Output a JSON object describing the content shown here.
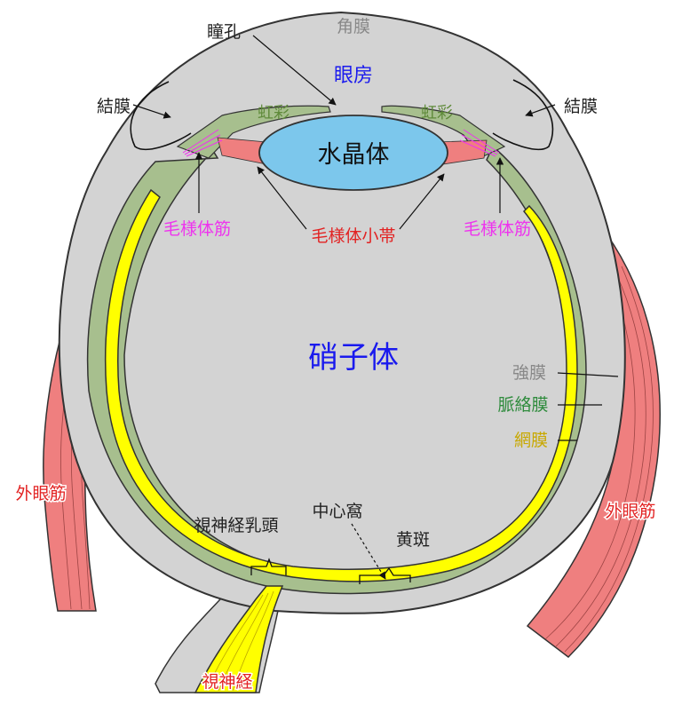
{
  "labels": {
    "cornea": "角膜",
    "pupil": "瞳孔",
    "anterior_chamber": "眼房",
    "conjunctiva_left": "結膜",
    "conjunctiva_right": "結膜",
    "iris_left": "虹彩",
    "iris_right": "虹彩",
    "lens": "水晶体",
    "ciliary_muscle_left": "毛様体筋",
    "ciliary_muscle_right": "毛様体筋",
    "zonule": "毛様体小帯",
    "vitreous": "硝子体",
    "sclera": "強膜",
    "choroid": "脈絡膜",
    "retina": "網膜",
    "extraocular_muscle_left": "外眼筋",
    "extraocular_muscle_right": "外眼筋",
    "optic_disc": "視神経乳頭",
    "fovea": "中心窩",
    "macula": "黄斑",
    "optic_nerve": "視神経"
  },
  "colors": {
    "sclera": "#d3d3d3",
    "choroid": "#a7bf8e",
    "retina": "#ffff00",
    "lens": "#7cc7ec",
    "muscle": "#ef7f7f",
    "iris": "#a7bf8e",
    "label_black": "#222222",
    "label_gray": "#888888",
    "label_blue": "#1a1aee",
    "label_magenta": "#ee33ee",
    "label_red": "#e22222",
    "label_green": "#2e8b3c",
    "label_yellow": "#c8a800",
    "label_iris": "#5f8a3a"
  }
}
